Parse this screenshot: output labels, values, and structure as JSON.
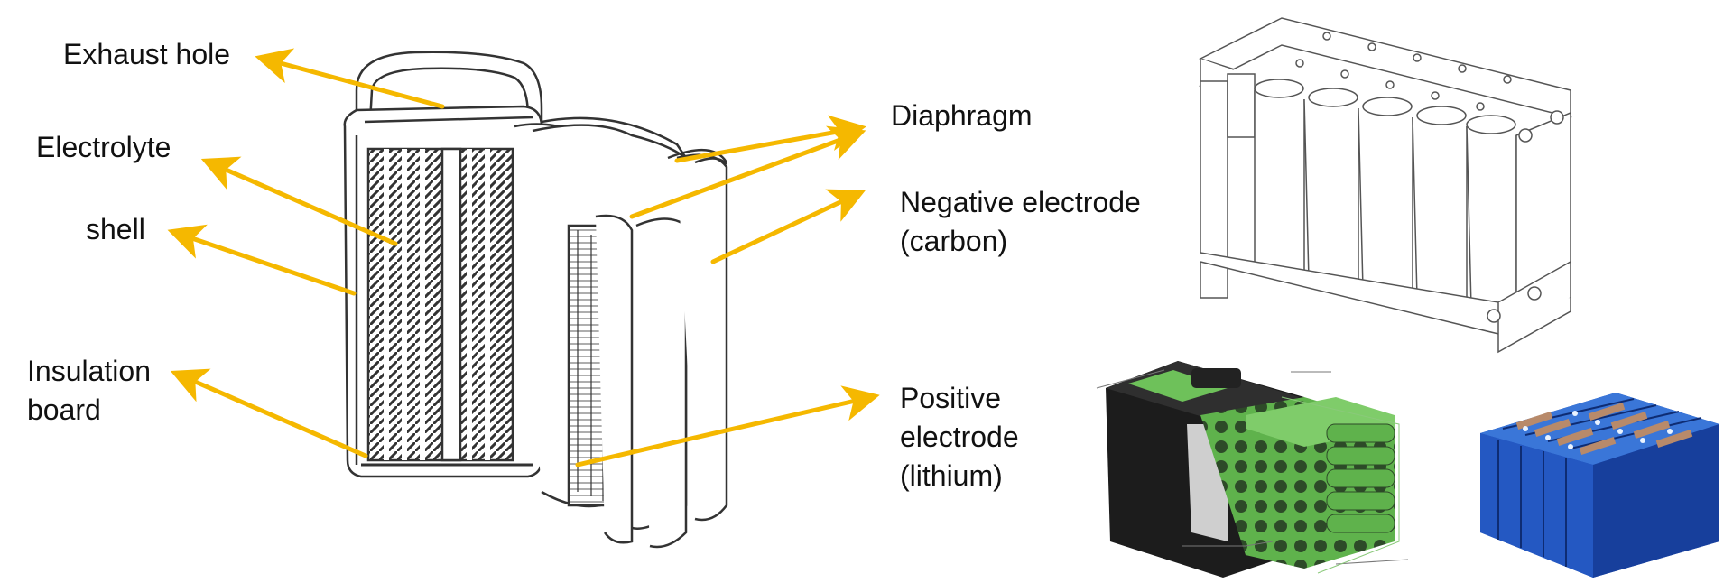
{
  "labels": {
    "exhaust_hole": "Exhaust hole",
    "electrolyte": "Electrolyte",
    "shell": "shell",
    "insulation_board": "Insulation\nboard",
    "diaphragm": "Diaphragm",
    "negative_electrode": "Negative electrode\n(carbon)",
    "positive_electrode": "Positive\nelectrode\n(lithium)"
  },
  "colors": {
    "arrow": "#F5B800",
    "line_art": "#444444",
    "green_cell": "#6BBF59",
    "blue_cell": "#2E62C4"
  },
  "icons": {
    "cell_cutaway": "cylindrical-battery-cutaway-illustration",
    "cell_holder": "battery-holder-line-drawing",
    "battery_pack": "battery-pack-render",
    "prismatic_module": "prismatic-cell-module-photo"
  }
}
